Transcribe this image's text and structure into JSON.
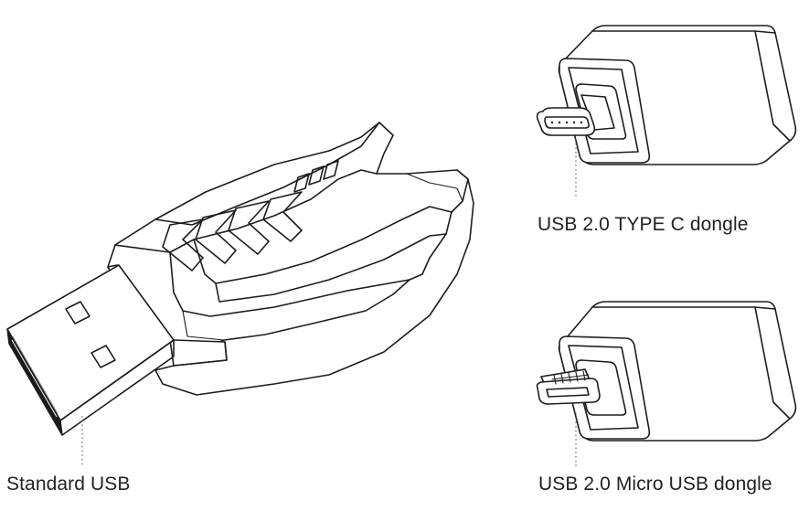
{
  "labels": {
    "standard_usb": "Standard USB",
    "type_c_dongle": "USB 2.0 TYPE C dongle",
    "micro_usb_dongle": "USB 2.0 Micro USB dongle"
  },
  "colors": {
    "line": "#1d1d1d",
    "text": "#222222",
    "background": "#ffffff"
  }
}
